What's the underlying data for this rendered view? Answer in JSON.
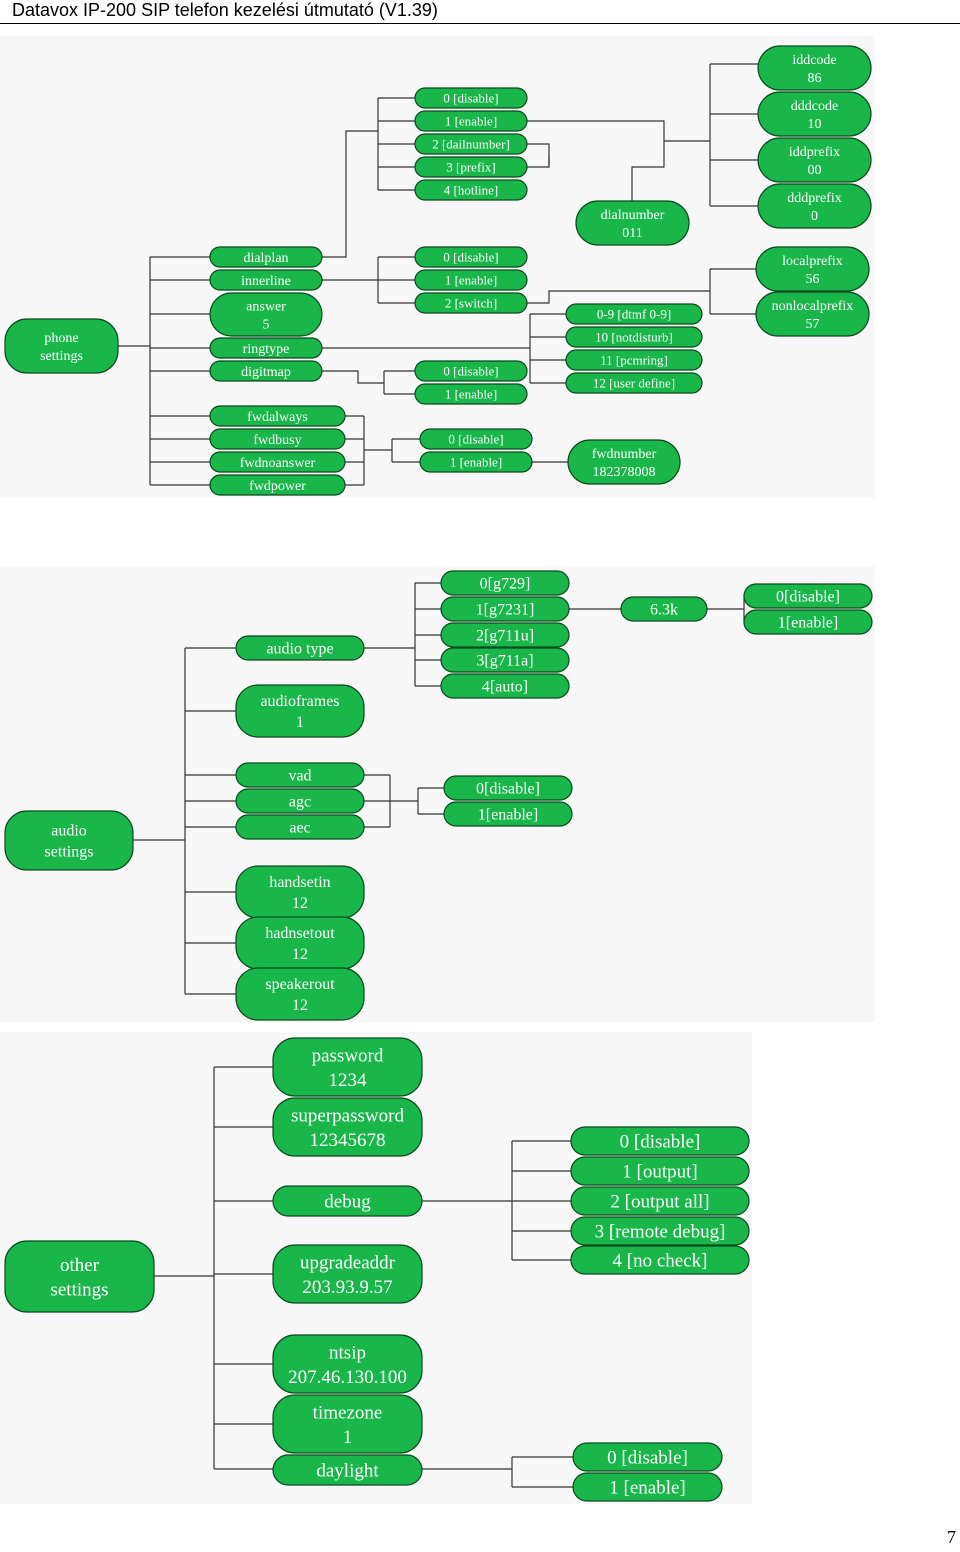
{
  "header": {
    "title": "Datavox IP-200 SIP telefon kezelési útmutató (V1.39)"
  },
  "page_number": "7",
  "colors": {
    "node_fill": "#19b64a",
    "node_stroke": "#0b4a1e",
    "line": "#333333"
  },
  "nodes": {
    "phone_settings": [
      "phone",
      "settings"
    ],
    "dialplan": [
      "dialplan"
    ],
    "innerline": [
      "innerline"
    ],
    "answer": [
      "answer",
      "5"
    ],
    "ringtype": [
      "ringtype"
    ],
    "digitmap": [
      "digitmap"
    ],
    "fwdalways": [
      "fwdalways"
    ],
    "fwdbusy": [
      "fwdbusy"
    ],
    "fwdnoanswer": [
      "fwdnoanswer"
    ],
    "fwdpower": [
      "fwdpower"
    ],
    "dp_0": [
      "0 [disable]"
    ],
    "dp_1": [
      "1 [enable]"
    ],
    "dp_2": [
      "2 [dailnumber]"
    ],
    "dp_3": [
      "3 [prefix]"
    ],
    "dp_4": [
      "4 [hotline]"
    ],
    "dialnumber": [
      "dialnumber",
      "011"
    ],
    "iddcode": [
      "iddcode",
      "86"
    ],
    "dddcode": [
      "dddcode",
      "10"
    ],
    "iddprefix": [
      "iddprefix",
      "00"
    ],
    "dddprefix": [
      "dddprefix",
      "0"
    ],
    "il_0": [
      "0 [disable]"
    ],
    "il_1": [
      "1 [enable]"
    ],
    "il_2": [
      "2 [switch]"
    ],
    "localprefix": [
      "localprefix",
      "56"
    ],
    "nonlocalprefix": [
      "nonlocalprefix",
      "57"
    ],
    "rt_0": [
      "0-9 [dtmf 0-9]"
    ],
    "rt_10": [
      "10 [notdisturb]"
    ],
    "rt_11": [
      "11 [pcmring]"
    ],
    "rt_12": [
      "12 [user define]"
    ],
    "dm_0": [
      "0 [disable]"
    ],
    "dm_1": [
      "1 [enable]"
    ],
    "fw_0": [
      "0 [disable]"
    ],
    "fw_1": [
      "1 [enable]"
    ],
    "fwdnumber": [
      "fwdnumber",
      "182378008"
    ],
    "audio_settings": [
      "audio",
      "settings"
    ],
    "audio_type": [
      "audio type"
    ],
    "audioframes": [
      "audioframes",
      "1"
    ],
    "vad": [
      "vad"
    ],
    "agc": [
      "agc"
    ],
    "aec": [
      "aec"
    ],
    "handsetin": [
      "handsetin",
      "12"
    ],
    "hadnsetout": [
      "hadnsetout",
      "12"
    ],
    "speakerout": [
      "speakerout",
      "12"
    ],
    "at_0": [
      "0[g729]"
    ],
    "at_1": [
      "1[g7231]"
    ],
    "at_2": [
      "2[g711u]"
    ],
    "at_3": [
      "3[g711a]"
    ],
    "at_4": [
      "4[auto]"
    ],
    "rate": [
      "6.3k"
    ],
    "rate_0": [
      "0[disable]"
    ],
    "rate_1": [
      "1[enable]"
    ],
    "vac_0": [
      "0[disable]"
    ],
    "vac_1": [
      "1[enable]"
    ],
    "other_settings": [
      "other",
      "settings"
    ],
    "password": [
      "password",
      "1234"
    ],
    "superpassword": [
      "superpassword",
      "12345678"
    ],
    "debug": [
      "debug"
    ],
    "upgradeaddr": [
      "upgradeaddr",
      "203.93.9.57"
    ],
    "ntsip": [
      "ntsip",
      "207.46.130.100"
    ],
    "timezone": [
      "timezone",
      "1"
    ],
    "daylight": [
      "daylight"
    ],
    "db_0": [
      "0 [disable]"
    ],
    "db_1": [
      "1 [output]"
    ],
    "db_2": [
      "2 [output all]"
    ],
    "db_3": [
      "3 [remote debug]"
    ],
    "db_4": [
      "4 [no check]"
    ],
    "dl_0": [
      "0 [disable]"
    ],
    "dl_1": [
      "1 [enable]"
    ]
  }
}
